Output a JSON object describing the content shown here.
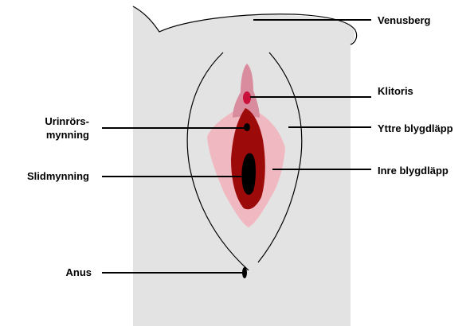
{
  "labels": {
    "venusberg": "Venusberg",
    "klitoris": "Klitoris",
    "yttre_blygdlapp": "Yttre blygdläpp",
    "inre_blygdlapp": "Inre blygdläpp",
    "urinrors_line1": "Urinrörs-",
    "urinrors_line2": "mynning",
    "slidmynning": "Slidmynning",
    "anus": "Anus"
  },
  "colors": {
    "background_panel": "#e3e3e3",
    "outer_labia": "#f0b8c0",
    "clitoral_hood": "#d98c9e",
    "clitoris": "#c8103a",
    "inner_vestibule": "#9c0a0a",
    "openings": "#000000",
    "outline": "#000000"
  }
}
